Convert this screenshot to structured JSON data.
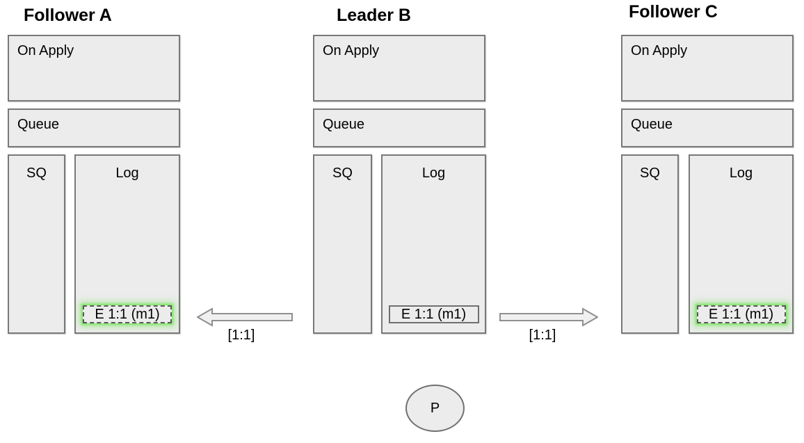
{
  "nodes": [
    {
      "title": "Follower A",
      "role": "follower",
      "on_apply_label": "On Apply",
      "queue_label": "Queue",
      "sq_label": "SQ",
      "log_label": "Log",
      "log_entry": "E 1:1 (m1)",
      "entry_state": "replicated-highlight"
    },
    {
      "title": "Leader B",
      "role": "leader",
      "on_apply_label": "On Apply",
      "queue_label": "Queue",
      "sq_label": "SQ",
      "log_label": "Log",
      "log_entry": "E 1:1 (m1)",
      "entry_state": "normal"
    },
    {
      "title": "Follower C",
      "role": "follower",
      "on_apply_label": "On Apply",
      "queue_label": "Queue",
      "sq_label": "SQ",
      "log_label": "Log",
      "log_entry": "E 1:1 (m1)",
      "entry_state": "replicated-highlight"
    }
  ],
  "arrows": [
    {
      "label": "[1:1]",
      "direction": "left",
      "from": "Leader B",
      "to": "Follower A"
    },
    {
      "label": "[1:1]",
      "direction": "right",
      "from": "Leader B",
      "to": "Follower C"
    }
  ],
  "process": {
    "label": "P"
  },
  "colors": {
    "box_fill": "#ececec",
    "box_border": "#787878",
    "entry_border": "#595959",
    "highlight_glow": "#7be562",
    "arrow_fill": "#f0f0f0",
    "arrow_stroke": "#8f8f8f",
    "text": "#000000"
  }
}
